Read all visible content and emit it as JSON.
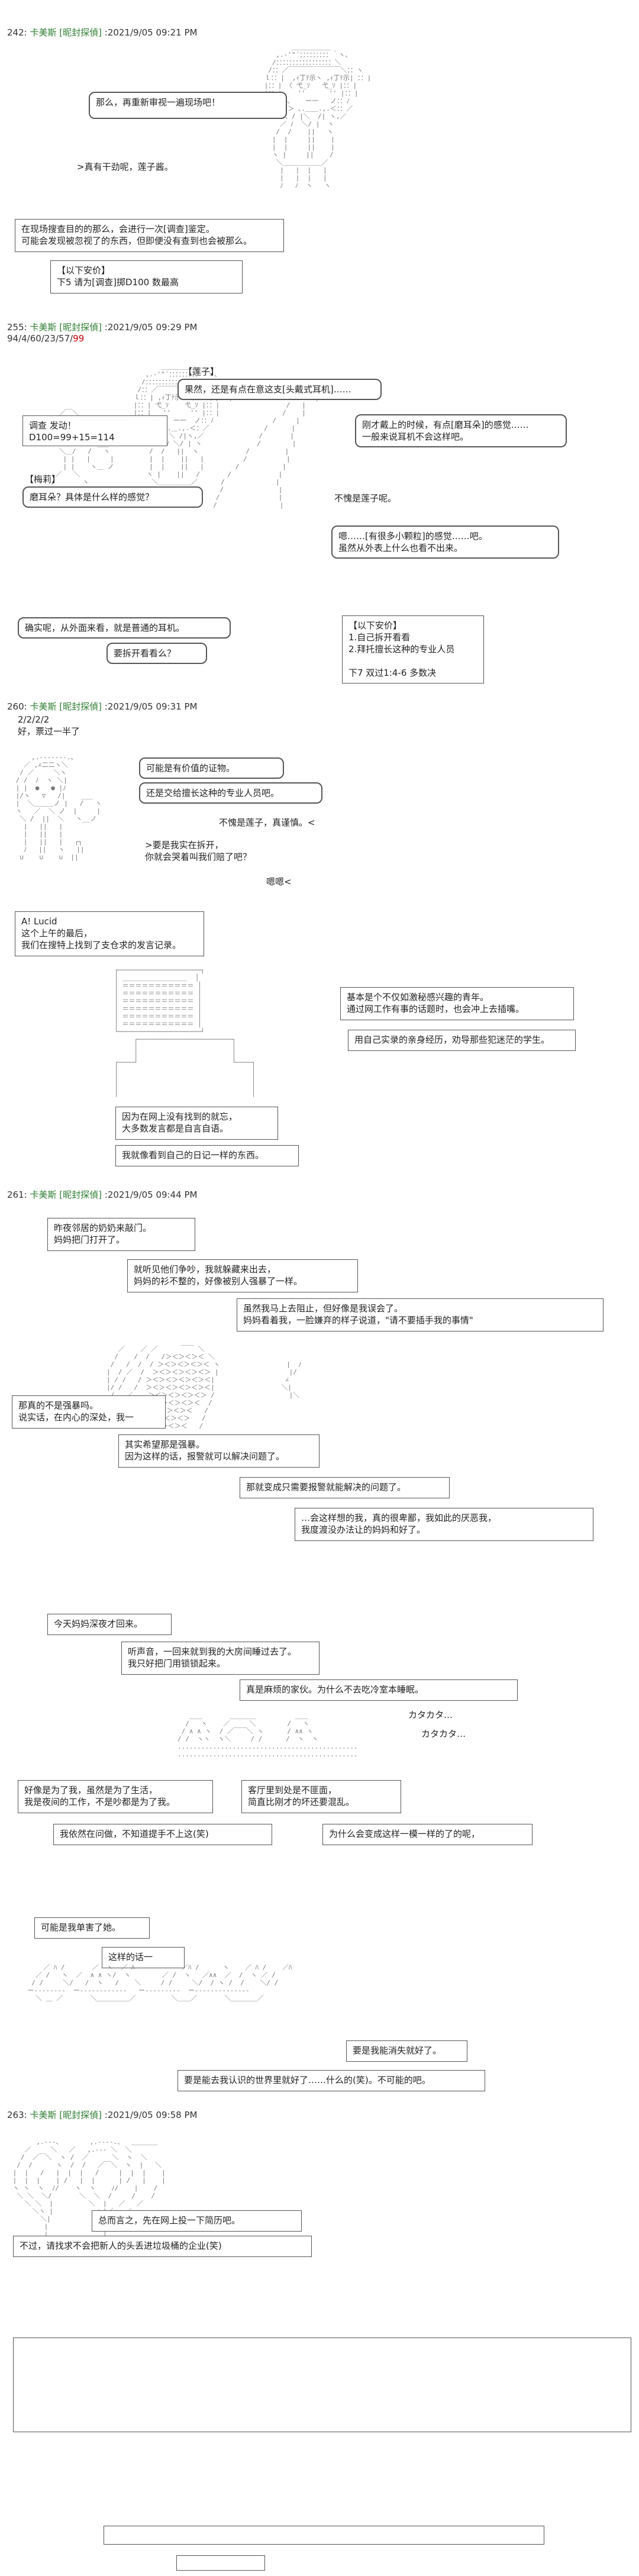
{
  "posts": [
    {
      "num": "242",
      "name": "卡美斯",
      "tag": "[昵封探偵]",
      "date": "2021/9/05 09:21 PM"
    },
    {
      "num": "255",
      "name": "卡美斯",
      "tag": "[昵封探偵]",
      "date": "2021/9/05 09:29 PM",
      "dice": "94/4/60/23/57/99",
      "dice_hl": "99"
    },
    {
      "num": "260",
      "name": "卡美斯",
      "tag": "[昵封探偵]",
      "date": "2021/9/05 09:31 PM"
    },
    {
      "num": "261",
      "name": "卡美斯",
      "tag": "[昵封探偵]",
      "date": "2021/9/05 09:44 PM"
    },
    {
      "num": "263",
      "name": "卡美斯",
      "tag": "[昵封探偵]",
      "date": "2021/9/05 09:58 PM"
    }
  ],
  "p242": {
    "b1": "那么，再重新审视一遍现场吧！",
    "t1": ">真有干劲呢，莲子酱。",
    "b2": "在现场搜查目的的那么，会进行一次[调查]鉴定。\n可能会发现被忽视了的东西，但即便没有查到也会被那么。",
    "b3": "【以下安价】\n下5  请为[调查]掷D100  数最高"
  },
  "p255": {
    "lbl1": "【莲子】",
    "b1": "果然，还是有点在意这支[头戴式耳机]……",
    "b2": "调查  发动！\nD100=99+15=114",
    "b3": "刚才戴上的时候，有点[磨耳朵]的感觉……\n一般来说耳机不会这样吧。",
    "lbl2": "【梅莉】",
    "b4": "磨耳朵？具体是什么样的感觉？",
    "t1": "不愧是莲子呢。",
    "b5": "嗯……[有很多小颗粒]的感觉……吧。\n虽然从外表上什么也看不出来。",
    "b6": "确实呢，从外面来看，就是普通的耳机。",
    "b7": "要拆开看看么？",
    "b8": "【以下安价】\n1.自己拆开看看\n2.拜托擅长这种的专业人员\n\n下7  双过1:4-6  多数决"
  },
  "p260": {
    "t1": "2/2/2/2\n好，票过一半了",
    "b1": "可能是有价值的证物。",
    "b2": "还是交给擅长这种的专业人员吧。",
    "t2": "不愧是莲子，真谨慎。<",
    "t3": ">要是我实在拆开，\n你就会哭着叫我们赔了吧？",
    "t4": "嗯嗯<",
    "b3": "A! Lucid\n这个上午的最后，\n我们在搜特上找到了支仓求的发言记录。",
    "b4": "基本是个不仅如激秘感兴趣的青年。\n通过网工作有事的话题时，也会冲上去插嘴。",
    "b5": "用自己实录的亲身经历，劝导那些犯迷茫的学生。",
    "b6": "因为在网上没有找到的就忘，\n大多数发言都是自言自语。",
    "b7": "我就像看到自己的日记一样的东西。"
  },
  "p261": {
    "b1": "昨夜邻居的奶奶来敲门。\n妈妈把门打开了。",
    "b2": "就听见他们争吵，我就躲藏来出去，\n妈妈的衫不整的，好像被别人强暴了一样。",
    "b3": "虽然我马上去阻止，但好像是我误会了。\n妈妈看着我，一脸嫌弃的样子说道，\"请不要插手我的事情\"",
    "b4": "那真的不是强暴吗。\n说实话，在内心的深处，我一",
    "b5": "其实希望那是强暴。\n因为这样的话，报警就可以解决问题了。",
    "b6": "那就变成只需要报警就能解决的问题了。",
    "b7": "…会这样想的我，真的很卑鄙，我如此的厌恶我，\n我度渡没办法让的妈妈和好了。",
    "b8": "今天妈妈深夜才回来。",
    "b9": "听声音，一回来就到我的大房间睡过去了。\n我只好把门用锁锁起来。",
    "b10": "真是麻烦的家伙。为什么不去吃冷室本睡眠。",
    "t1": "カタカタ…",
    "t2": "カタカタ…",
    "b11": "好像是为了我，虽然是为了生活，\n我是夜间的工作，不是吵都是为了我。",
    "b12": "客厅里到处是不匪面，\n简直比刚才的坏还要混乱。",
    "b13": "我依然在问做，不知道提手不上这(笑)",
    "b14": "为什么会变成这样一模一样的了的呢，",
    "b15": "可能是我单害了她。",
    "b16": "这样的话一",
    "b17": "要是我能消失就好了。",
    "b18": "要是能去我认识的世界里就好了……什么的(笑)。不可能的吧。"
  },
  "p263": {
    "b1": "总而言之，先在网上投一下简历吧。",
    "b2": "不过，请找求不会把新人的头丢进垃圾桶的企业(笑)"
  }
}
